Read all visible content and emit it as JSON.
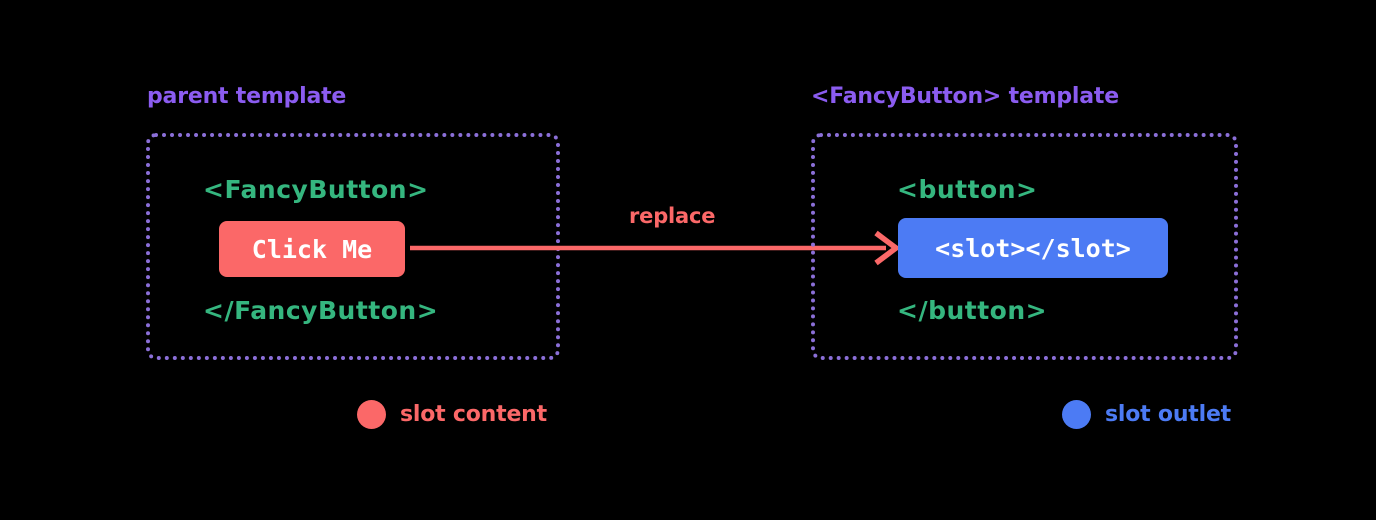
{
  "background_color": "#000000",
  "colors": {
    "heading_purple": "#8b5cf0",
    "panel_border_purple": "#8b6fd8",
    "code_green": "#35b67f",
    "slot_content_red": "#fb6868",
    "slot_outlet_blue": "#4c7bf4",
    "chip_text": "#ffffff"
  },
  "panels": {
    "parent": {
      "title": "parent template",
      "lines": {
        "open_tag": "<FancyButton>",
        "chip_label": "Click Me",
        "close_tag": "</FancyButton>"
      }
    },
    "fancybutton": {
      "title": "<FancyButton> template",
      "lines": {
        "open_tag": "<button>",
        "chip_label": "<slot></slot>",
        "close_tag": "</button>"
      }
    }
  },
  "connector": {
    "label": "replace",
    "direction": "left-to-right",
    "arrow_color": "#fb6868"
  },
  "legend": {
    "items": [
      {
        "label": "slot content",
        "color": "#fb6868",
        "marker": "filled-circle"
      },
      {
        "label": "slot outlet",
        "color": "#4c7bf4",
        "marker": "filled-circle"
      }
    ]
  }
}
